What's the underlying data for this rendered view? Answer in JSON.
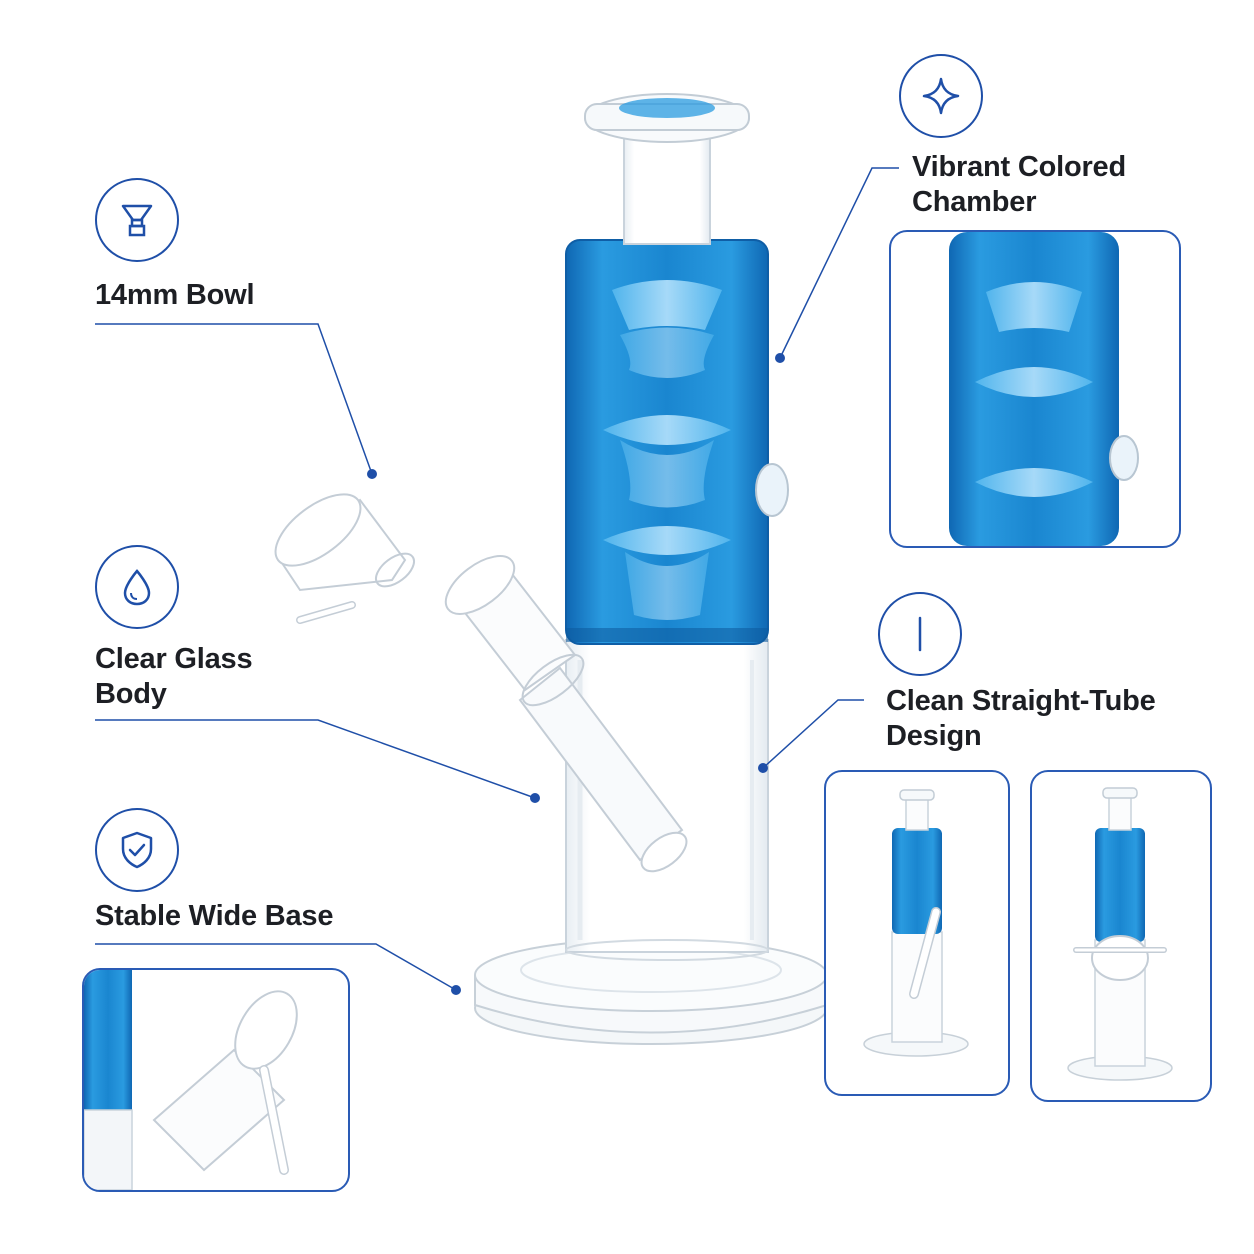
{
  "features": {
    "bowl": {
      "label": "14mm Bowl",
      "icon": "funnel-bowl-icon"
    },
    "clear_glass": {
      "label": "Clear Glass\nBody",
      "icon": "droplet-icon"
    },
    "stable_base": {
      "label": "Stable Wide Base",
      "icon": "shield-check-icon"
    },
    "colored_chamber": {
      "label": "Vibrant Colored\nChamber",
      "icon": "sparkle-icon"
    },
    "straight_tube": {
      "label": "Clean Straight-Tube\nDesign",
      "icon": "vertical-line-icon"
    }
  },
  "colors": {
    "accent": "#1f4fa8",
    "chamber_blue": "#1e8fd6",
    "chamber_dark": "#0f67b3",
    "glass_edge": "#c9d3dc",
    "text": "#1d1f24"
  },
  "insets": {
    "chamber_closeup": "colored chamber close-up photo",
    "bowl_closeup": "bowl close-up photo",
    "front_view": "front view photo",
    "side_view": "side view photo"
  }
}
